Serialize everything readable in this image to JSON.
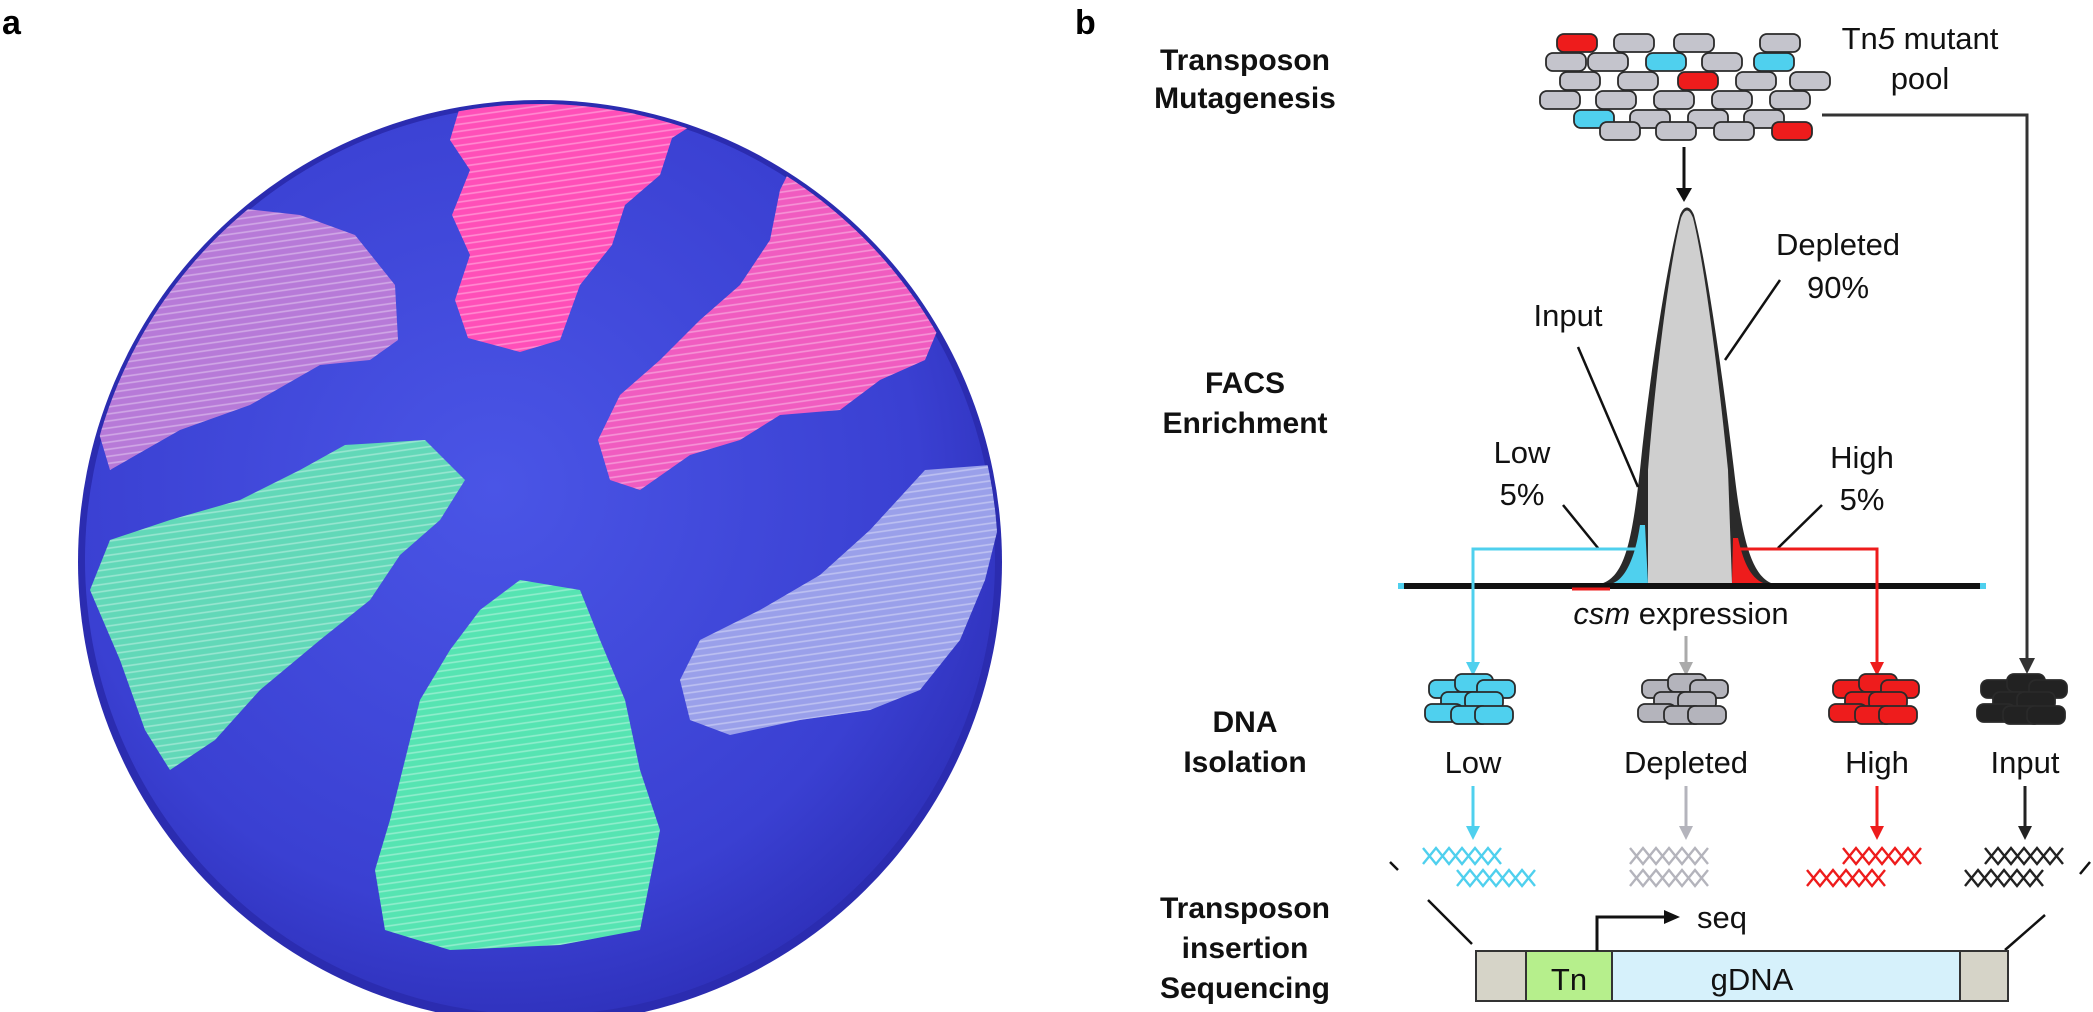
{
  "panels": {
    "a": {
      "letter": "a"
    },
    "b": {
      "letter": "b"
    }
  },
  "steps": {
    "transposon_mutagenesis": [
      "Transposon",
      "Mutagenesis"
    ],
    "facs_enrichment": [
      "FACS",
      "Enrichment"
    ],
    "dna_isolation": [
      "DNA",
      "Isolation"
    ],
    "insertion_sequencing": [
      "Transposon",
      "insertion",
      "Sequencing"
    ]
  },
  "pool_label": {
    "prefix": "Tn",
    "italic": "5",
    "suffix": " mutant",
    "line2": "pool"
  },
  "histogram": {
    "depleted": [
      "Depleted",
      "90%"
    ],
    "input": "Input",
    "low": [
      "Low",
      "5%"
    ],
    "high": [
      "High",
      "5%"
    ],
    "axis_italic": "csm",
    "axis_suffix": " expression"
  },
  "bins": [
    {
      "key": "low",
      "label": "Low",
      "color": "#4fd0ee"
    },
    {
      "key": "depleted",
      "label": "Depleted",
      "color": "#b4b4bc"
    },
    {
      "key": "high",
      "label": "High",
      "color": "#ee1c1c"
    },
    {
      "key": "input",
      "label": "Input",
      "color": "#222222"
    }
  ],
  "construct": {
    "tn": "Tn",
    "gdna": "gDNA",
    "seq": "seq"
  },
  "colors": {
    "plate_background": "#3d43d6",
    "pink_streak": "#ff4fb0",
    "green_streak": "#52e6a0",
    "cyan": "#4fd0ee",
    "red": "#ee1c1c",
    "gray_cell": "#c4c4cc",
    "tn_box": "#b6ef8c",
    "gdna_box": "#d6f1fb",
    "end_box": "#d6d4c8"
  }
}
